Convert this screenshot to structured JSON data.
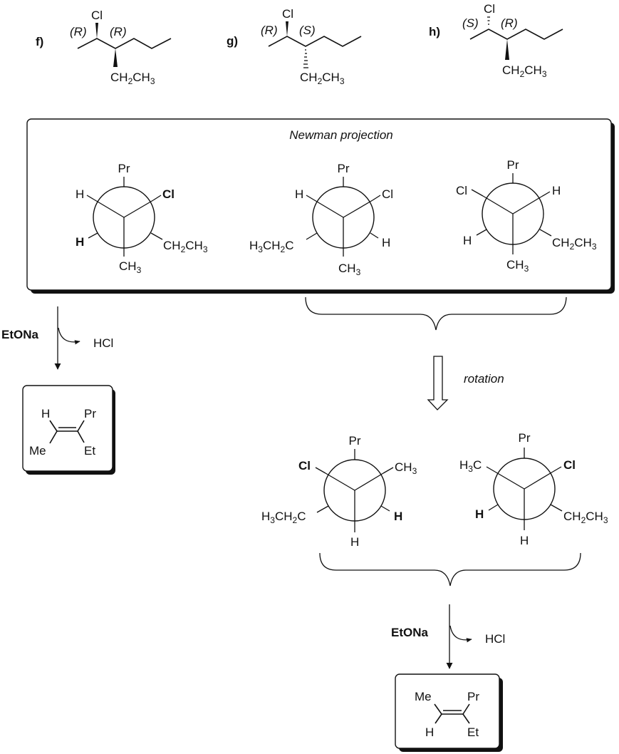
{
  "structures": [
    {
      "label": "f)",
      "stereo1": "(R)",
      "stereo2": "(R)",
      "substituent_top": "Cl",
      "substituent_bottom": "CH2CH3",
      "wedge_top": "bold",
      "wedge_bottom": "bold"
    },
    {
      "label": "g)",
      "stereo1": "(R)",
      "stereo2": "(S)",
      "substituent_top": "Cl",
      "substituent_bottom": "CH2CH3",
      "wedge_top": "bold",
      "wedge_bottom": "hashed"
    },
    {
      "label": "h)",
      "stereo1": "(S)",
      "stereo2": "(R)",
      "substituent_top": "Cl",
      "substituent_bottom": "CH2CH3",
      "wedge_top": "hashed",
      "wedge_bottom": "bold"
    }
  ],
  "newman_box": {
    "title": "Newman projection",
    "projections": [
      {
        "front": {
          "top": "Pr",
          "lower_right": "CH2CH3",
          "lower_left": "H"
        },
        "back": {
          "upper_left": "H",
          "upper_right": "Cl",
          "bottom": "CH3"
        },
        "bold": [
          "Cl",
          "H-lower-left"
        ]
      },
      {
        "front": {
          "top": "Pr",
          "lower_right": "H",
          "lower_left": "H3CH2C"
        },
        "back": {
          "upper_left": "H",
          "upper_right": "Cl",
          "bottom": "CH3"
        },
        "bold": []
      },
      {
        "front": {
          "top": "Pr",
          "upper_right": "H",
          "lower_left": "H"
        },
        "back": {
          "upper_left": "Cl",
          "lower_right": "CH2CH3",
          "bottom": "CH3"
        },
        "bold": []
      }
    ]
  },
  "left_path": {
    "reagent": "EtONa",
    "byproduct": "HCl",
    "product": {
      "upper_left": "H",
      "upper_right": "Pr",
      "lower_left": "Me",
      "lower_right": "Et"
    }
  },
  "rotation_label": "rotation",
  "rotated": [
    {
      "top": "Pr",
      "upper_left": "Cl",
      "upper_right": "CH3",
      "lower_left": "H3CH2C",
      "lower_right": "H",
      "bottom": "H",
      "bold": [
        "Cl",
        "H-lower-right"
      ]
    },
    {
      "top": "Pr",
      "upper_left": "H3C",
      "upper_right": "Cl",
      "lower_left": "H",
      "lower_right": "CH2CH3",
      "bottom": "H",
      "bold": [
        "Cl",
        "H-lower-left"
      ]
    }
  ],
  "right_path": {
    "reagent": "EtONa",
    "byproduct": "HCl",
    "product": {
      "upper_left": "Me",
      "upper_right": "Pr",
      "lower_left": "H",
      "lower_right": "Et"
    }
  }
}
